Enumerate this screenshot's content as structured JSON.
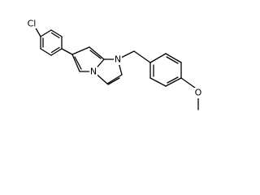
{
  "atoms": {
    "chlorine": "Cl",
    "nitrogen_n1": "N",
    "nitrogen_bridgehead": "N",
    "oxygen": "O"
  }
}
